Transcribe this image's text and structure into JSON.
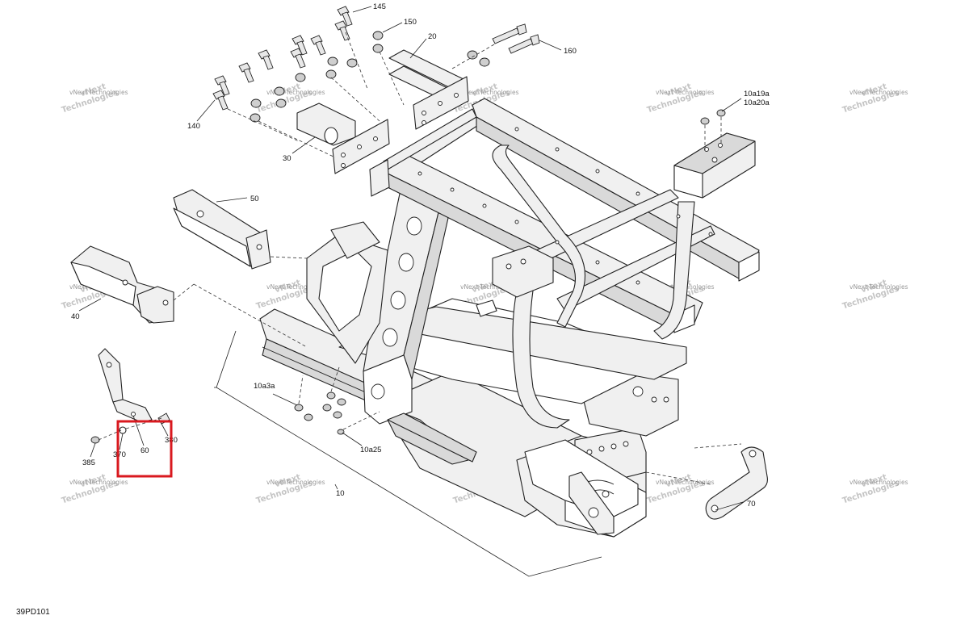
{
  "diagram_id": "39PD101",
  "watermark": {
    "line1": "vNext",
    "line2": "Technologies",
    "small": "vNext Technologies"
  },
  "callouts": {
    "c145": "145",
    "c150": "150",
    "c20": "20",
    "c160": "160",
    "c140": "140",
    "c30": "30",
    "c10a19a": "10a19a",
    "c10a20a": "10a20a",
    "c50": "50",
    "c40": "40",
    "c10a3a": "10a3a",
    "c10a25": "10a25",
    "c60": "60",
    "c380": "380",
    "c370": "370",
    "c385": "385",
    "c10": "10",
    "c70": "70"
  },
  "highlight": {
    "target": "60",
    "color": "#d9191f"
  }
}
